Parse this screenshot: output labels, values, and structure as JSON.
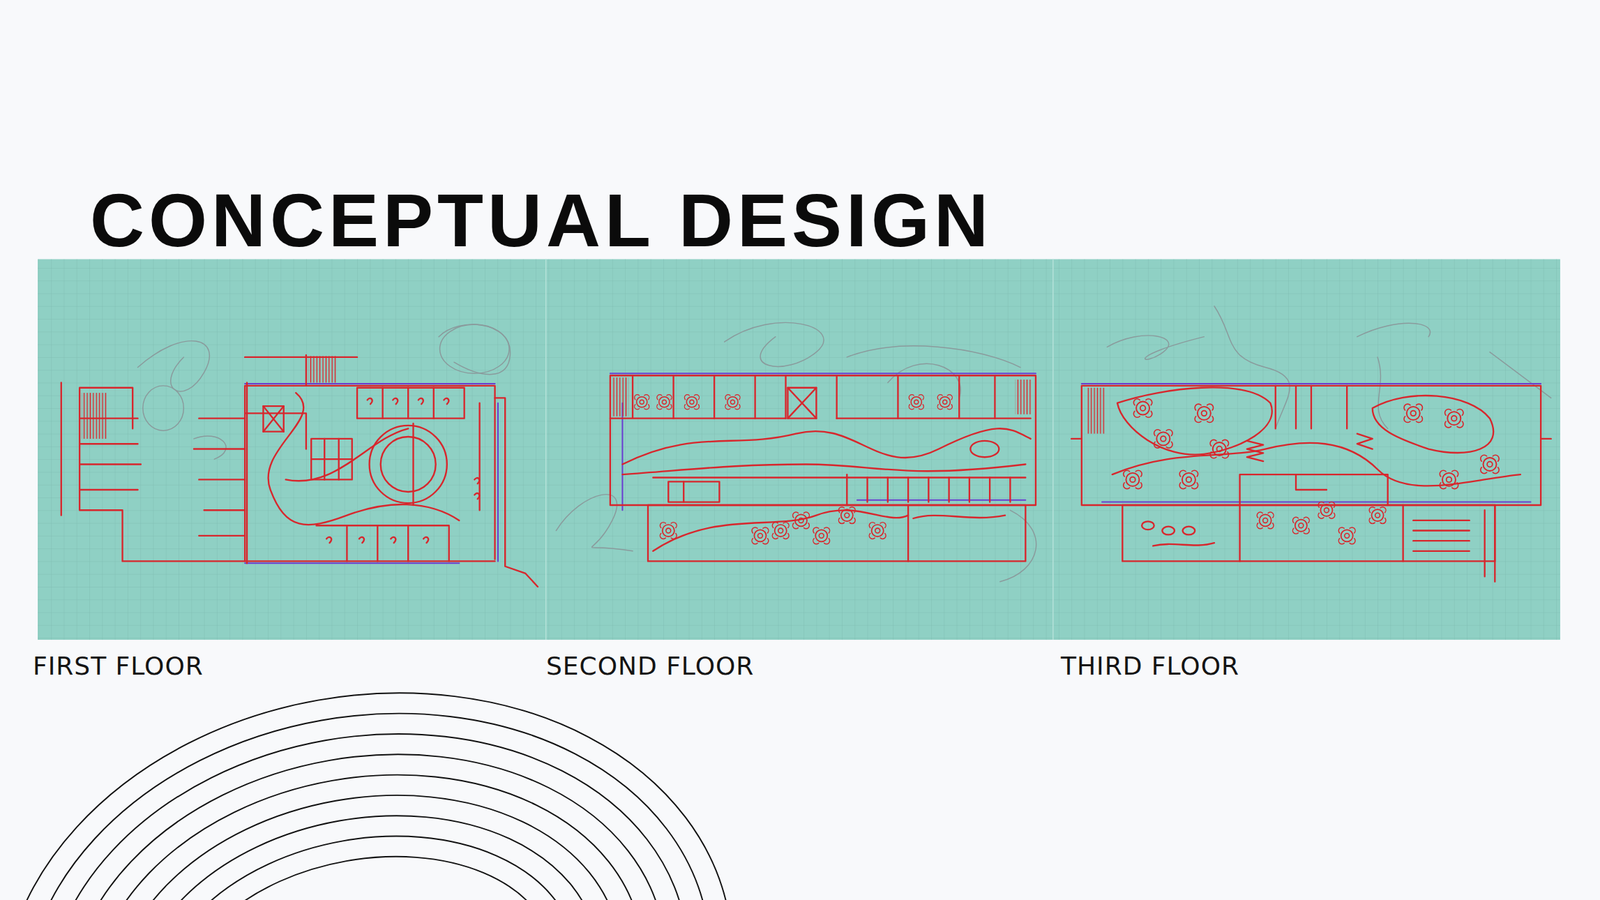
{
  "diagram": {
    "title": "CONCEPTUAL DESIGN",
    "labels": [
      "FIRST FLOOR",
      "SECOND FLOOR",
      "THIRD FLOOR"
    ]
  }
}
